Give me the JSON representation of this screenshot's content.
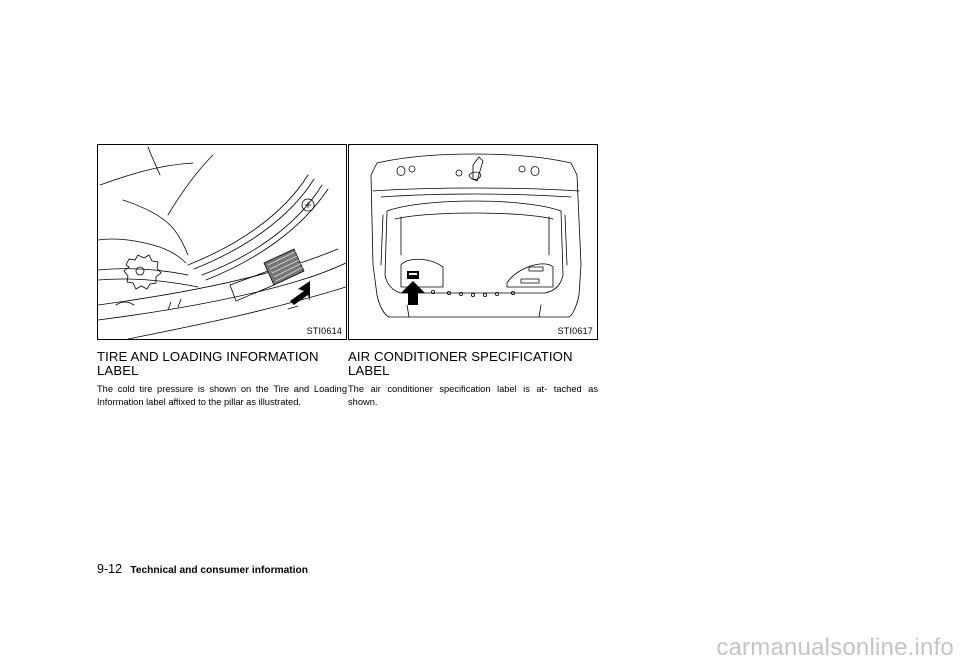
{
  "left": {
    "figure_code": "STI0614",
    "heading_line1": "TIRE AND LOADING INFORMATION",
    "heading_line2": "LABEL",
    "paragraph": "The cold tire pressure is shown on the Tire and Loading Information label affixed to the pillar as illustrated."
  },
  "right": {
    "figure_code": "STI0617",
    "heading_line1": "AIR CONDITIONER SPECIFICATION",
    "heading_line2": "LABEL",
    "paragraph": "The air conditioner specification label is at- tached as shown."
  },
  "footer": {
    "page_number": "9-12",
    "section_title": "Technical and consumer information"
  },
  "watermark": "carmanualsonline.info"
}
